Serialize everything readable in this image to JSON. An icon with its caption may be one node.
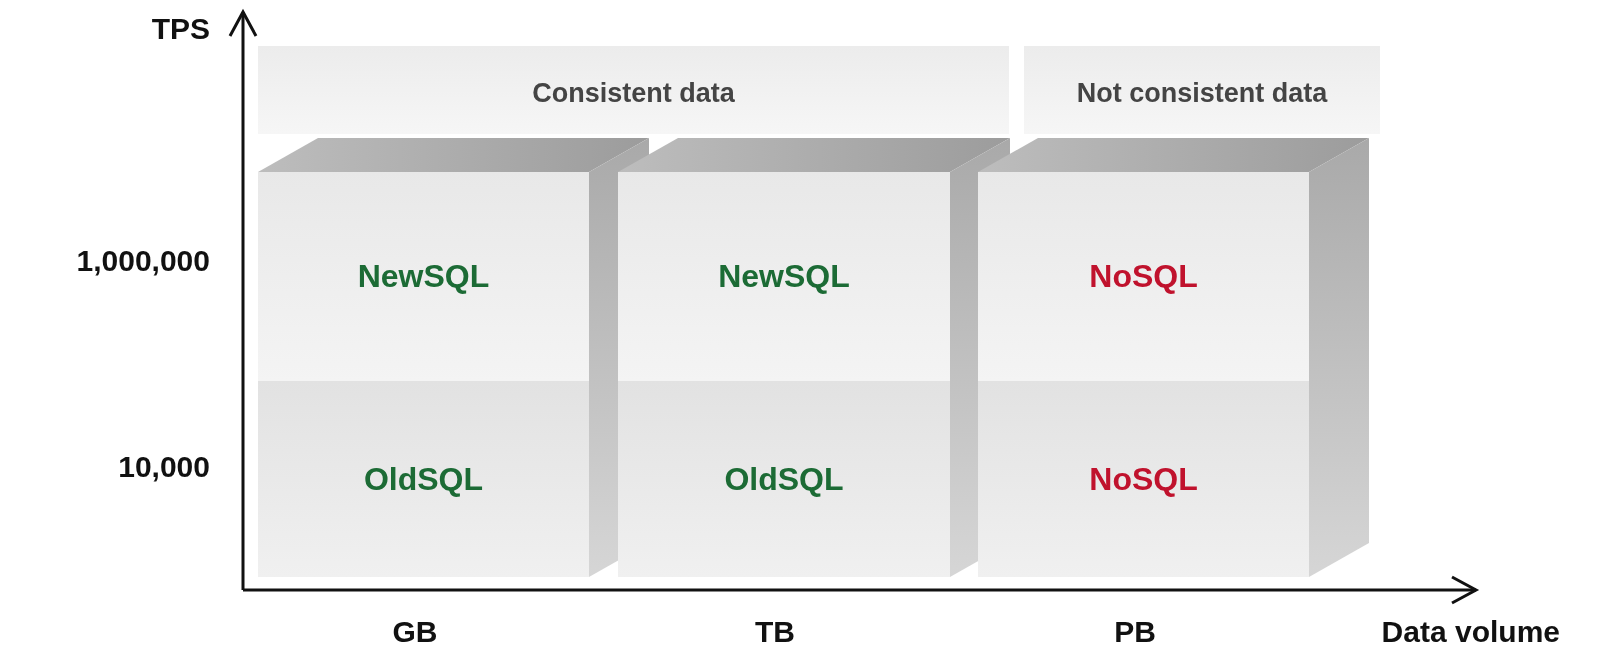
{
  "diagram": {
    "nodes": [
      {
        "text": [
          "Consistent data"
        ]
      },
      {
        "text": [
          "Not consistent data"
        ]
      },
      {
        "text": [
          "NewSQL"
        ]
      },
      {
        "text": [
          "NewSQL"
        ]
      },
      {
        "text": [
          "NoSQL"
        ]
      },
      {
        "text": [
          "OldSQL"
        ]
      },
      {
        "text": [
          "OldSQL"
        ]
      },
      {
        "text": [
          "NoSQL"
        ]
      }
    ],
    "edges": [],
    "labels": [
      "TPS",
      "1,000,000",
      "10,000",
      "GB",
      "TB",
      "PB",
      "Data volume"
    ]
  }
}
